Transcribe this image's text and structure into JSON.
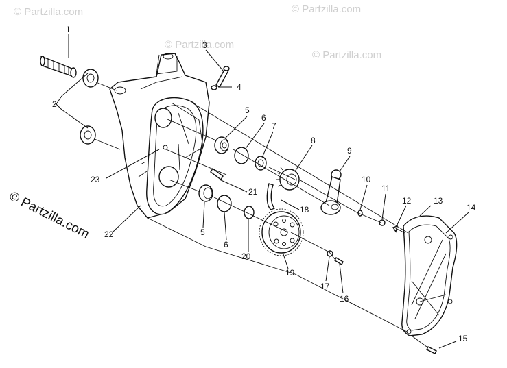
{
  "watermark": {
    "top_left": "© Partzilla.com",
    "top_center": "© Partzilla.com",
    "top_right": "© Partzilla.com",
    "mid_left": "© Partzilla.com",
    "side": "© Partzilla.com"
  },
  "callouts": {
    "c1": "1",
    "c2": "2",
    "c3": "3",
    "c4": "4",
    "c5a": "5",
    "c6a": "6",
    "c7": "7",
    "c8": "8",
    "c9": "9",
    "c10": "10",
    "c11": "11",
    "c12": "12",
    "c13": "13",
    "c14": "14",
    "c15": "15",
    "c16": "16",
    "c17": "17",
    "c18": "18",
    "c19": "19",
    "c20": "20",
    "c21": "21",
    "c22": "22",
    "c23": "23",
    "c5b": "5",
    "c6b": "6"
  }
}
